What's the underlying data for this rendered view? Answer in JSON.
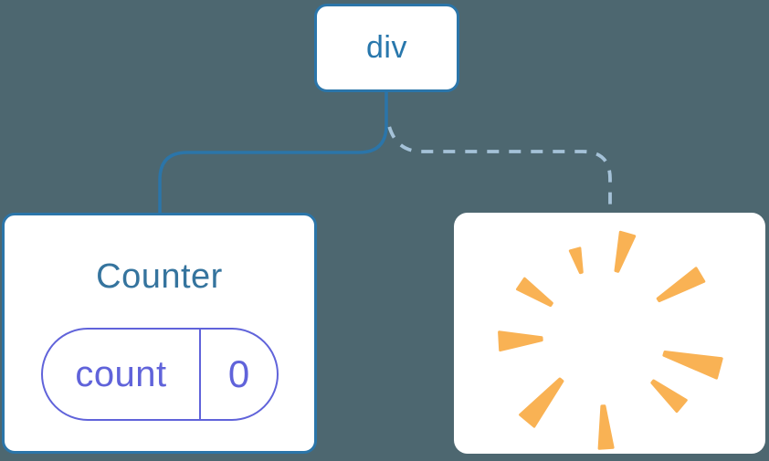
{
  "diagram": {
    "root_node": {
      "label": "div"
    },
    "counter_node": {
      "title": "Counter",
      "state": {
        "key": "count",
        "value": "0"
      }
    },
    "removed_node": {
      "icon": "poof-starburst"
    },
    "edges": [
      {
        "from": "div",
        "to": "Counter",
        "style": "solid"
      },
      {
        "from": "div",
        "to": "removed-component",
        "style": "dashed"
      }
    ]
  },
  "colors": {
    "background": "#4D6770",
    "card": "#FFFFFF",
    "node_border": "#2B75A9",
    "solid_edge": "#2B75A9",
    "dashed_edge": "#A5C2D8",
    "root_label_text": "#2877AC",
    "counter_title_text": "#35749E",
    "state_pill": "#6063DA",
    "poof": "#F9B254"
  }
}
